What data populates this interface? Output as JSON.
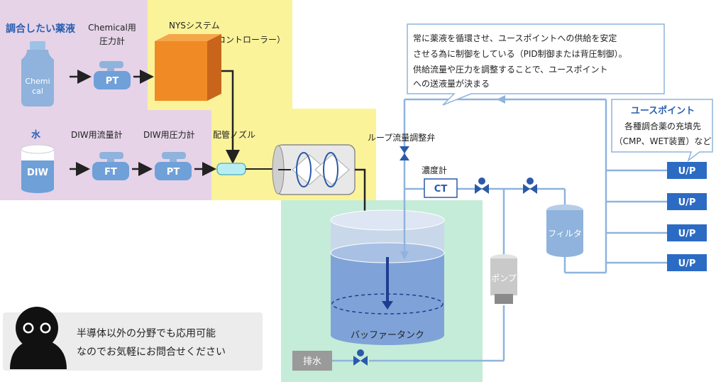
{
  "colors": {
    "chem_zone": "#e6d3e8",
    "nys_zone": "#fbf39a",
    "tank_zone": "#c5ecd8",
    "pipe": "#8fb3dc",
    "valve": "#2b5aa8",
    "up_box": "#2b6bc4",
    "title_blue": "#2b5fb2",
    "nys_orange": "#ef8a25"
  },
  "labels": {
    "chem_title": "調合したい薬液",
    "chem_pt_label_1": "Chemical用",
    "chem_pt_label_2": "圧力計",
    "bottle_text_1": "Chemi",
    "bottle_text_2": "cal",
    "nys_title_1": "NYSシステム",
    "nys_title_2": "（インラインコントローラー）",
    "water_title": "水",
    "diw_flow_label": "DIW用流量計",
    "diw_pt_label": "DIW用圧力計",
    "diw_cyl_text": "DIW",
    "nozzle_label": "配管ノズル",
    "pt": "PT",
    "ft": "FT",
    "loop_valve": "ループ流量調整弁",
    "conc_meter": "濃度計",
    "ct": "CT",
    "filter": "フィルタ",
    "pump": "ポンプ",
    "buffer_tank": "バッファータンク",
    "drain": "排水",
    "up": "U/P"
  },
  "callout": {
    "lines": [
      "常に薬液を循環させ、ユースポイントへの供給を安定",
      "させる為に制御をしている（PID制御または背圧制御）。",
      "供給流量や圧力を調整することで、ユースポイント",
      "への送液量が決まる"
    ]
  },
  "use_point": {
    "title": "ユースポイント",
    "line1": "各種調合薬の充填先",
    "line2": "（CMP、WET装置）など"
  },
  "banner": {
    "line1": "半導体以外の分野でも応用可能",
    "line2": "なのでお気軽にお問合せください"
  }
}
